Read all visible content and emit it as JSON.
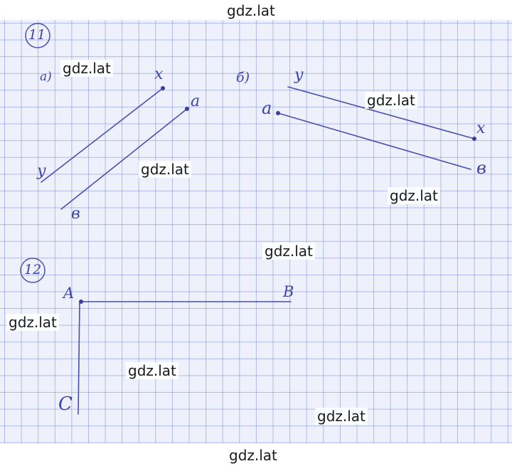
{
  "watermark": "gdz.lat",
  "task11": {
    "number": "11",
    "part_a": {
      "label": "а)",
      "points": [
        "x",
        "a",
        "y",
        "в"
      ]
    },
    "part_b": {
      "label": "б)",
      "points": [
        "y",
        "a",
        "x",
        "в"
      ]
    }
  },
  "task12": {
    "number": "12",
    "points": [
      "A",
      "B",
      "C"
    ]
  }
}
